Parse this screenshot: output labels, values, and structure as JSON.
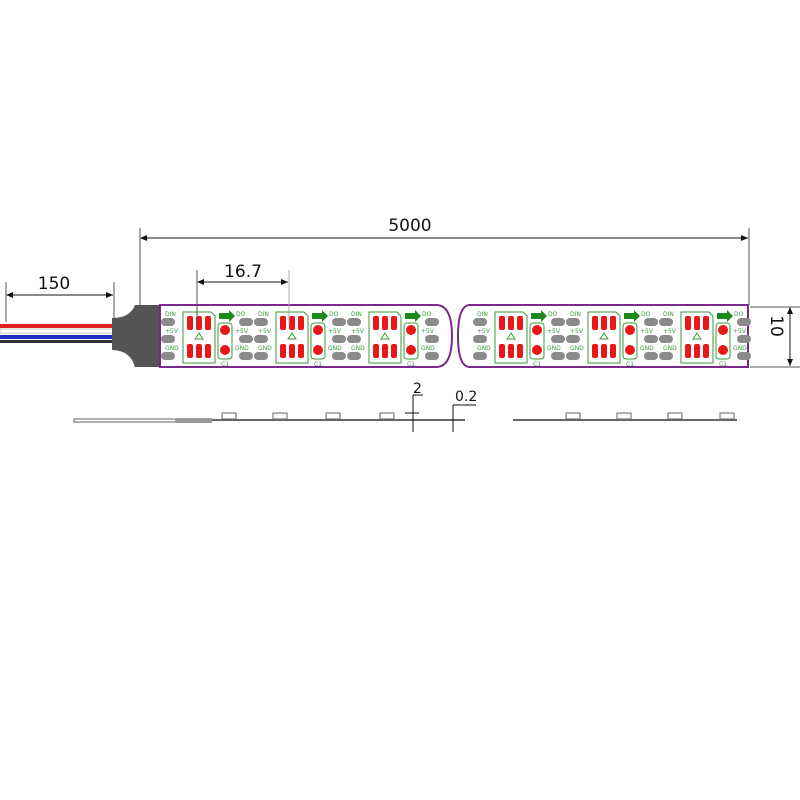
{
  "dimensions": {
    "length": "5000",
    "lead_wire": "150",
    "pitch": "16.7",
    "width": "10",
    "height": "2",
    "thickness": "0.2"
  },
  "pad_labels": {
    "din": "DIN",
    "vcc": "+5V",
    "gnd": "GND",
    "dout": "DO",
    "cap": "C1"
  },
  "colors": {
    "strip_outline": "#7a2a8a",
    "led_outline": "#3a9a3a",
    "led_chip": "#e81818",
    "pad": "#8a8a8a",
    "connector": "#555555",
    "arrow": "#1a8a1a",
    "wires": [
      "#e02020",
      "#ffffff",
      "#2030c0",
      "#303030"
    ]
  }
}
